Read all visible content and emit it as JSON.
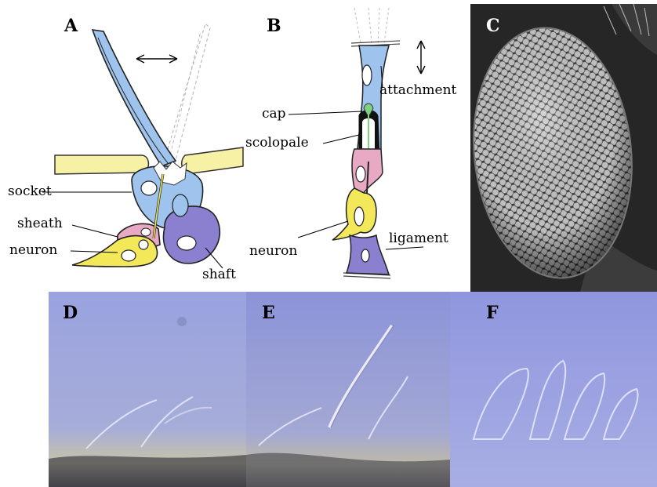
{
  "panels": {
    "A": "A",
    "B": "B",
    "C": "C",
    "D": "D",
    "E": "E",
    "F": "F"
  },
  "panel_a_labels": {
    "socket": "socket",
    "sheath": "sheath",
    "neuron": "neuron",
    "shaft": "shaft"
  },
  "panel_b_labels": {
    "attachment": "attachment",
    "cap": "cap",
    "scolopale": "scolopale",
    "neuron": "neuron",
    "ligament": "ligament"
  },
  "colors": {
    "shaft_blue": "#9ec3ec",
    "cuticle_yellow": "#f7f1a6",
    "sheath_pink": "#e7a9c4",
    "neuron_yellow": "#f3e85a",
    "shaft_purple": "#8b7fd0",
    "cap_green": "#7fd37f",
    "photo_blue": "#8c92d6",
    "eye_dark": "#202020"
  },
  "icons": {
    "horizontal_arrow": "double-arrow-horizontal-icon",
    "vertical_arrow": "double-arrow-vertical-icon"
  }
}
